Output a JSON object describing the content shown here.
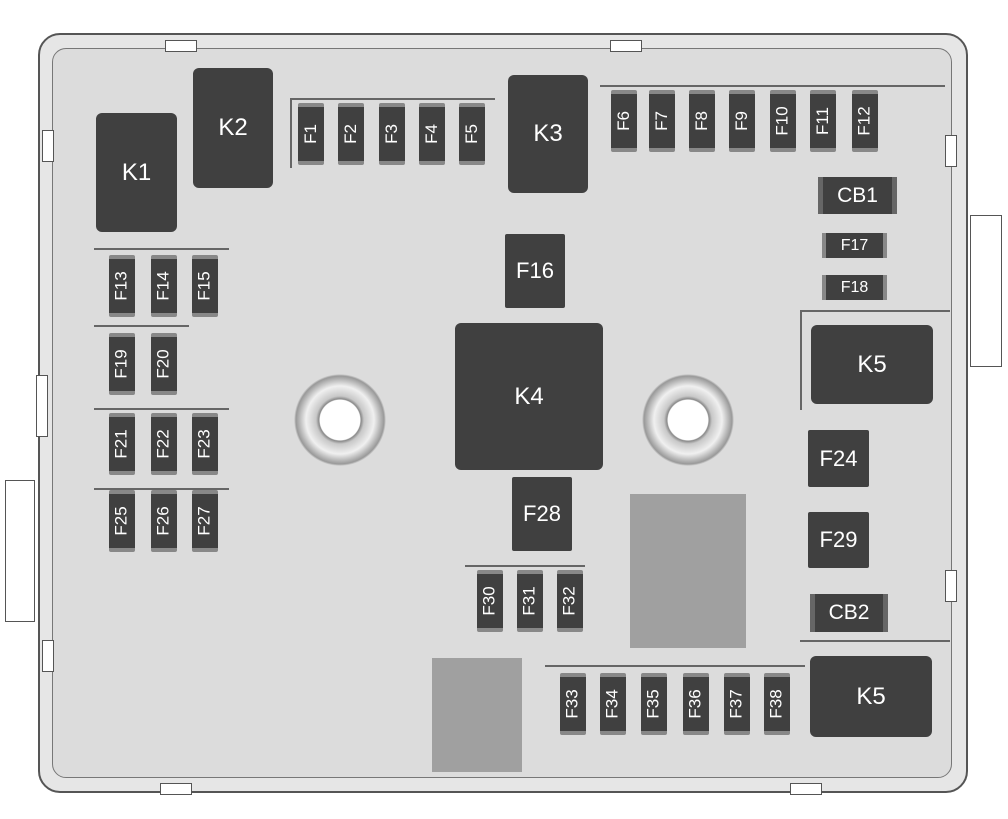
{
  "title": "Fuse box layout",
  "relays": [
    "K1",
    "K2",
    "K3",
    "K4",
    "K5",
    "K5"
  ],
  "fuses_vertical": [
    "F1",
    "F2",
    "F3",
    "F4",
    "F5",
    "F6",
    "F7",
    "F8",
    "F9",
    "F10",
    "F11",
    "F12",
    "F13",
    "F14",
    "F15",
    "F19",
    "F20",
    "F21",
    "F22",
    "F23",
    "F25",
    "F26",
    "F27",
    "F30",
    "F31",
    "F32",
    "F33",
    "F34",
    "F35",
    "F36",
    "F37",
    "F38"
  ],
  "fuses_horizontal": [
    "F17",
    "F18"
  ],
  "fuses_large": [
    "F16",
    "F24",
    "F28",
    "F29"
  ],
  "circuit_breakers": [
    "CB1",
    "CB2"
  ],
  "colors": {
    "component": "#404040",
    "panel": "#dcdcdc",
    "spare": "#a0a0a0"
  }
}
